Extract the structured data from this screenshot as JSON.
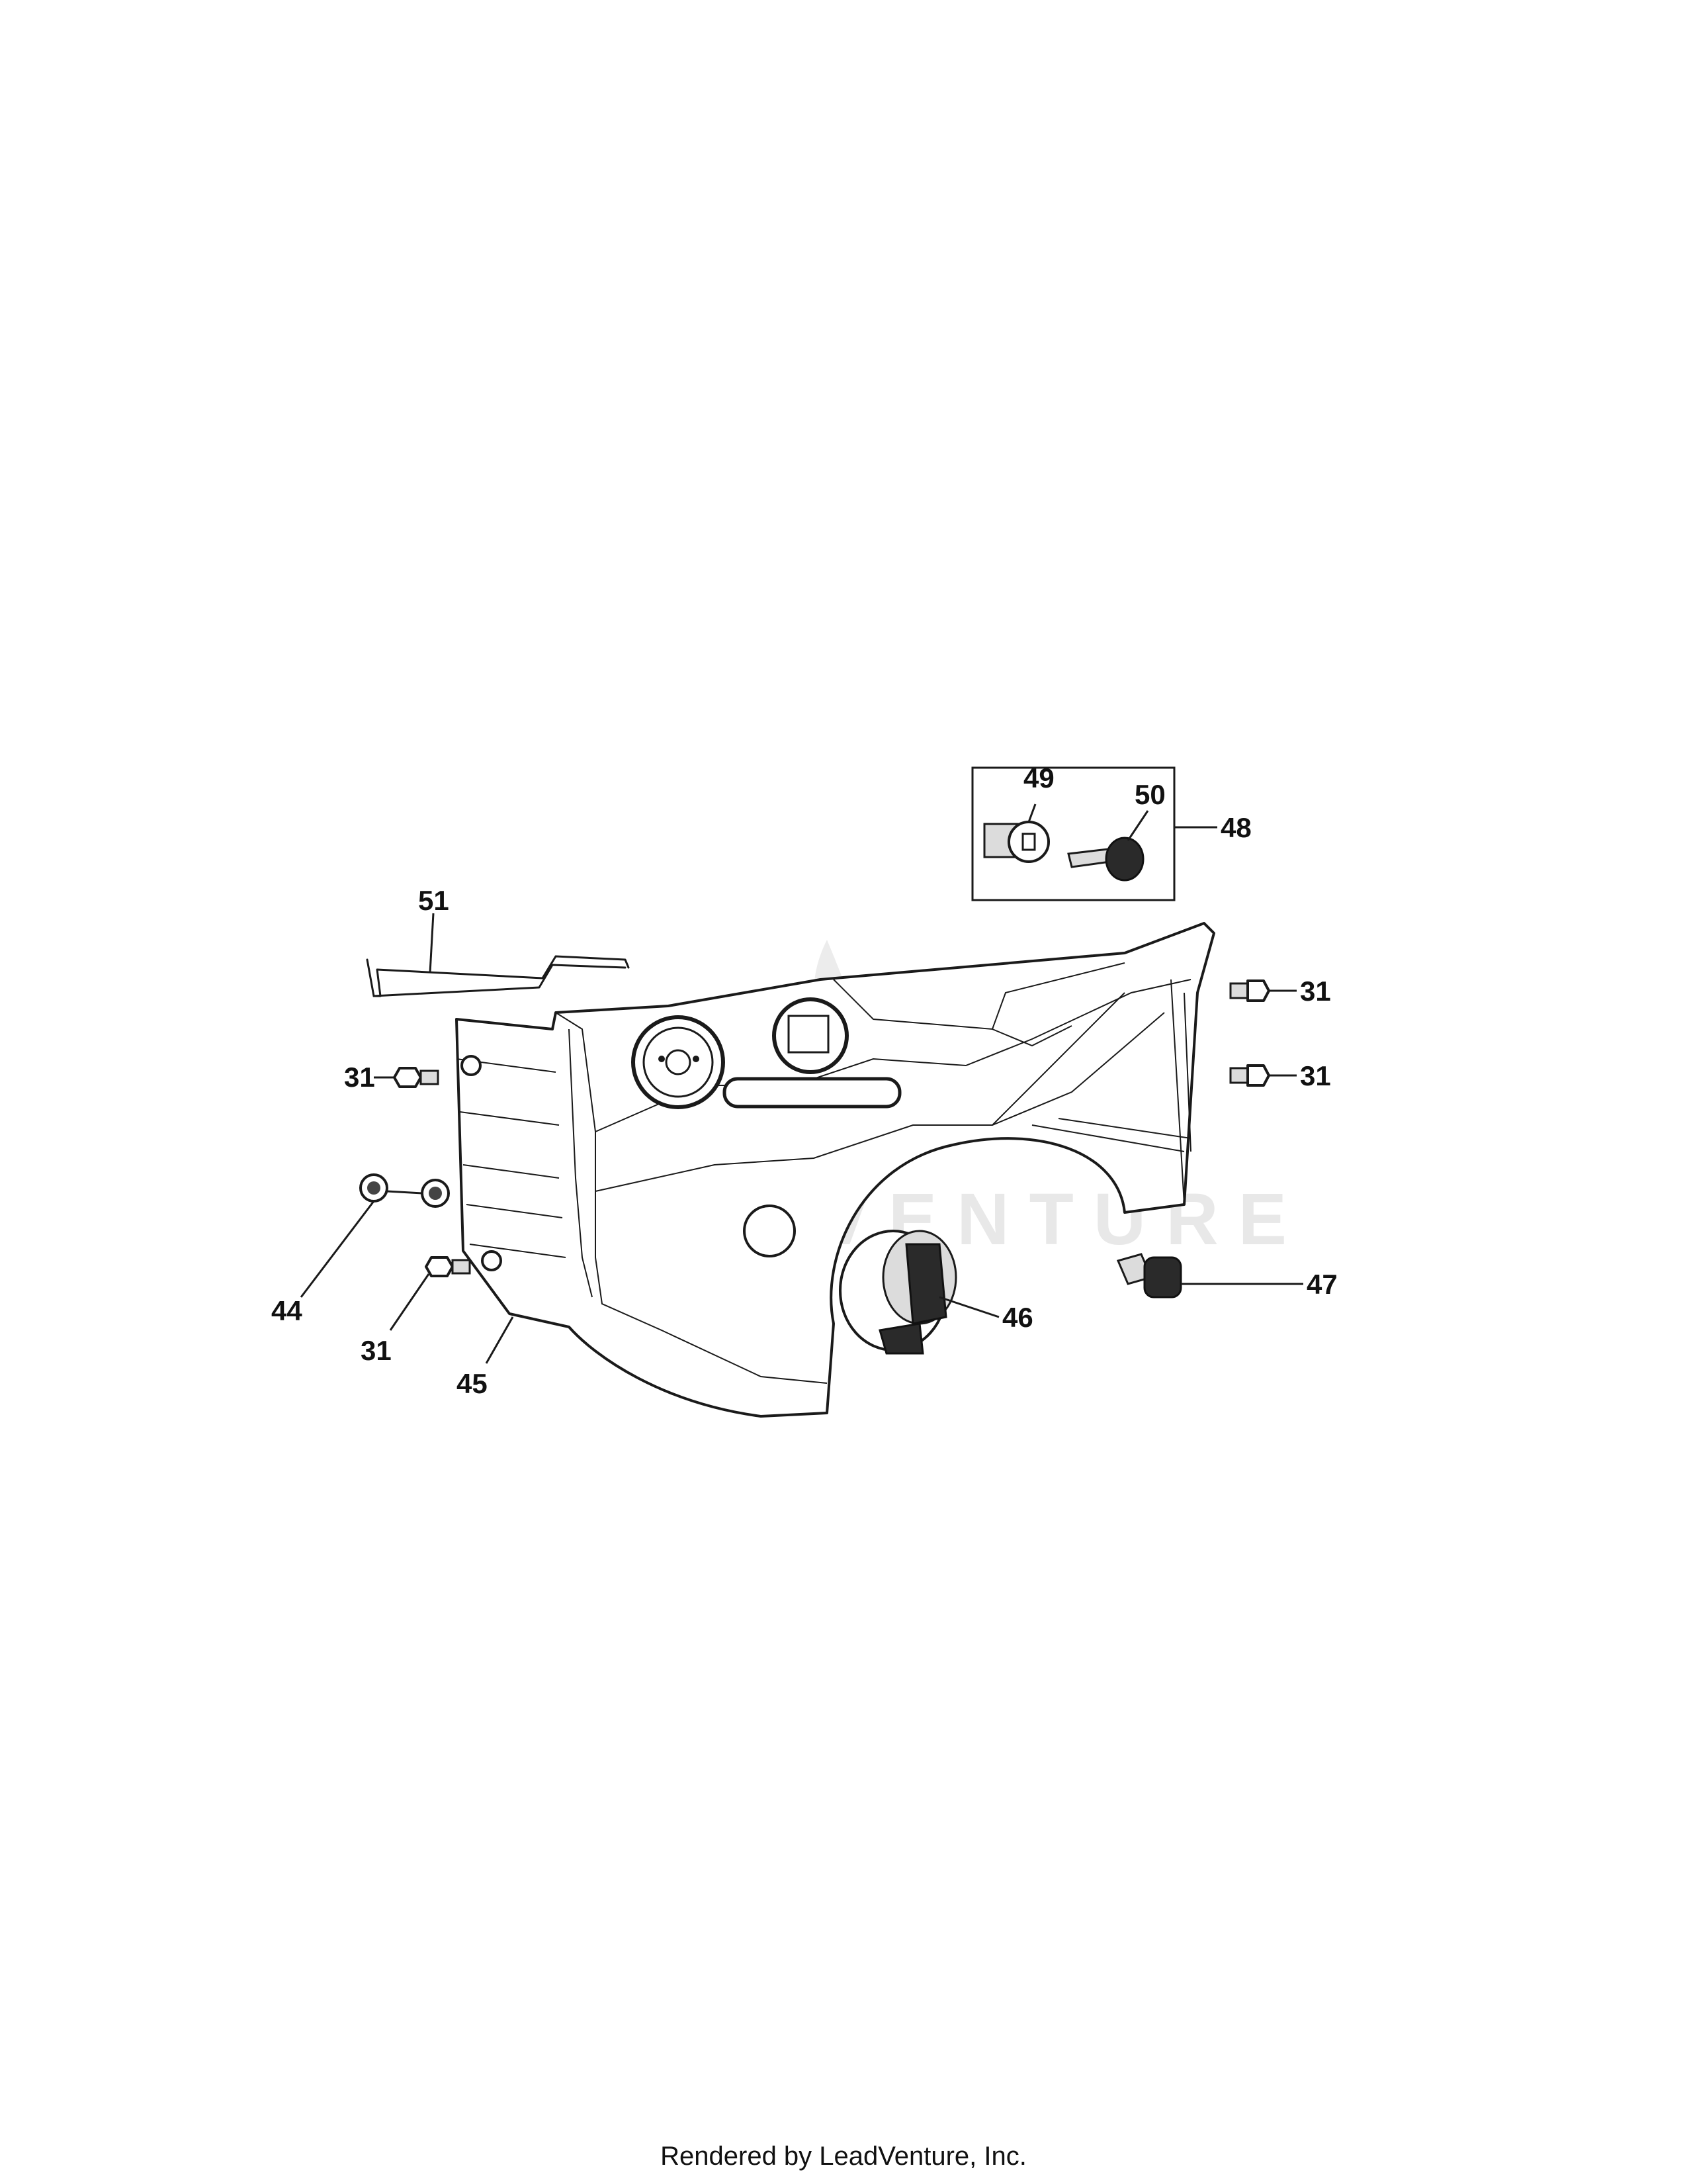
{
  "watermark": "LEADVENTURE",
  "callouts": {
    "c51": "51",
    "c49": "49",
    "c50": "50",
    "c48": "48",
    "c31_top_right": "31",
    "c31_mid_right": "31",
    "c31_left": "31",
    "c44": "44",
    "c31_bottom_left": "31",
    "c45": "45",
    "c46": "46",
    "c47": "47"
  },
  "footer": "Rendered by LeadVenture, Inc."
}
